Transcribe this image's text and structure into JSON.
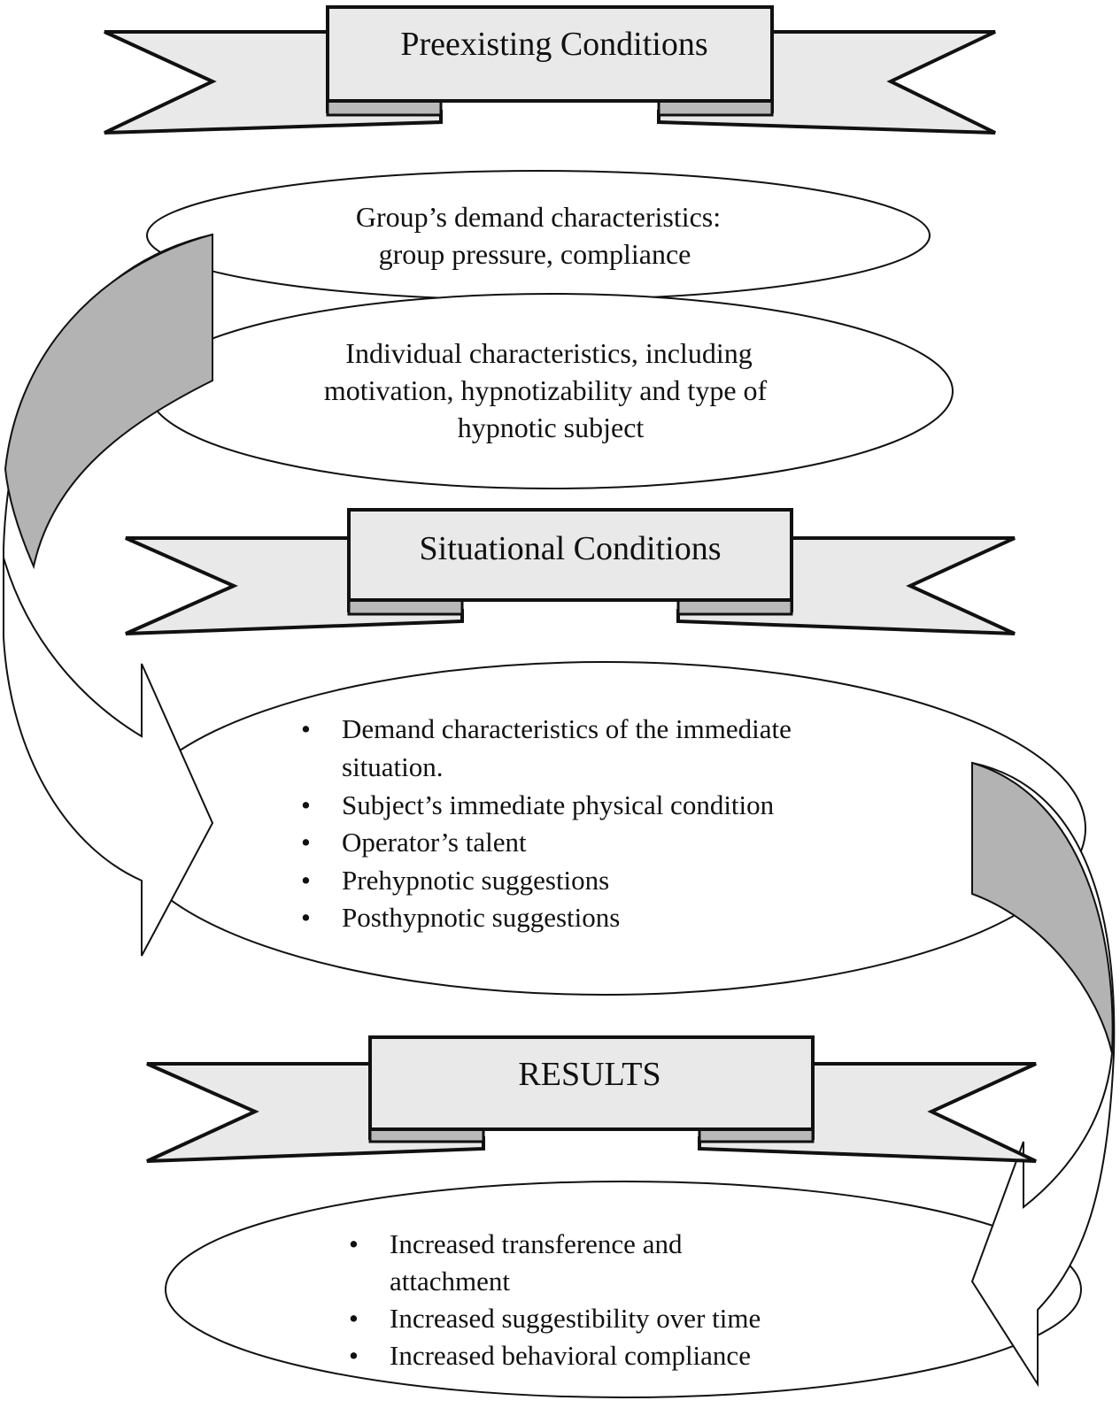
{
  "colors": {
    "ribbon_fill": "#e9e9e9",
    "ribbon_fold": "#b9b9b9",
    "arrow_gray": "#b3b3b3",
    "stroke": "#111111",
    "background": "#ffffff"
  },
  "banners": {
    "preexisting": {
      "title": "Preexisting Conditions"
    },
    "situational": {
      "title": "Situational Conditions"
    },
    "results": {
      "title": "RESULTS"
    }
  },
  "preexisting": {
    "group": {
      "lines": [
        "Group’s demand characteristics:",
        "group pressure, compliance"
      ]
    },
    "individual": {
      "lines": [
        "Individual characteristics, including",
        "motivation, hypnotizability and type of",
        "hypnotic subject"
      ]
    }
  },
  "situational": {
    "items": [
      [
        "Demand characteristics of the immediate",
        "situation."
      ],
      [
        "Subject’s immediate physical condition"
      ],
      [
        "Operator’s talent"
      ],
      [
        "Prehypnotic suggestions"
      ],
      [
        "Posthypnotic suggestions"
      ]
    ]
  },
  "results": {
    "items": [
      [
        "Increased transference and",
        "attachment"
      ],
      [
        "Increased suggestibility over time"
      ],
      [
        "Increased behavioral compliance"
      ]
    ]
  }
}
